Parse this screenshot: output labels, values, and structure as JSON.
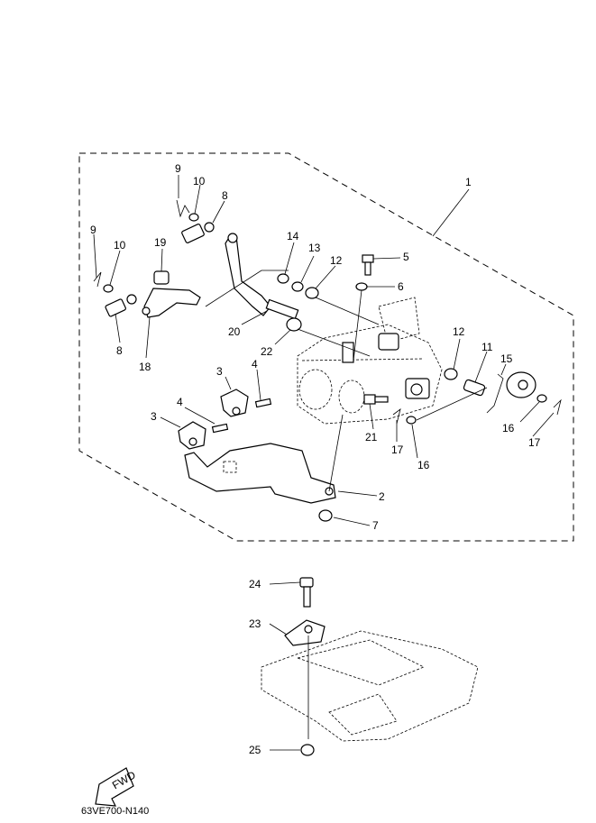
{
  "diagram_code": "63VE700-N140",
  "fwd_label": "FWD",
  "callouts": {
    "c1": "1",
    "c2": "2",
    "c3a": "3",
    "c3b": "3",
    "c4a": "4",
    "c4b": "4",
    "c5": "5",
    "c6": "6",
    "c7": "7",
    "c8a": "8",
    "c8b": "8",
    "c9a": "9",
    "c9b": "9",
    "c10a": "10",
    "c10b": "10",
    "c11": "11",
    "c12a": "12",
    "c12b": "12",
    "c13": "13",
    "c14": "14",
    "c15": "15",
    "c16a": "16",
    "c16b": "16",
    "c17a": "17",
    "c17b": "17",
    "c18": "18",
    "c19": "19",
    "c20": "20",
    "c21": "21",
    "c22": "22",
    "c23": "23",
    "c24": "24",
    "c25": "25"
  }
}
